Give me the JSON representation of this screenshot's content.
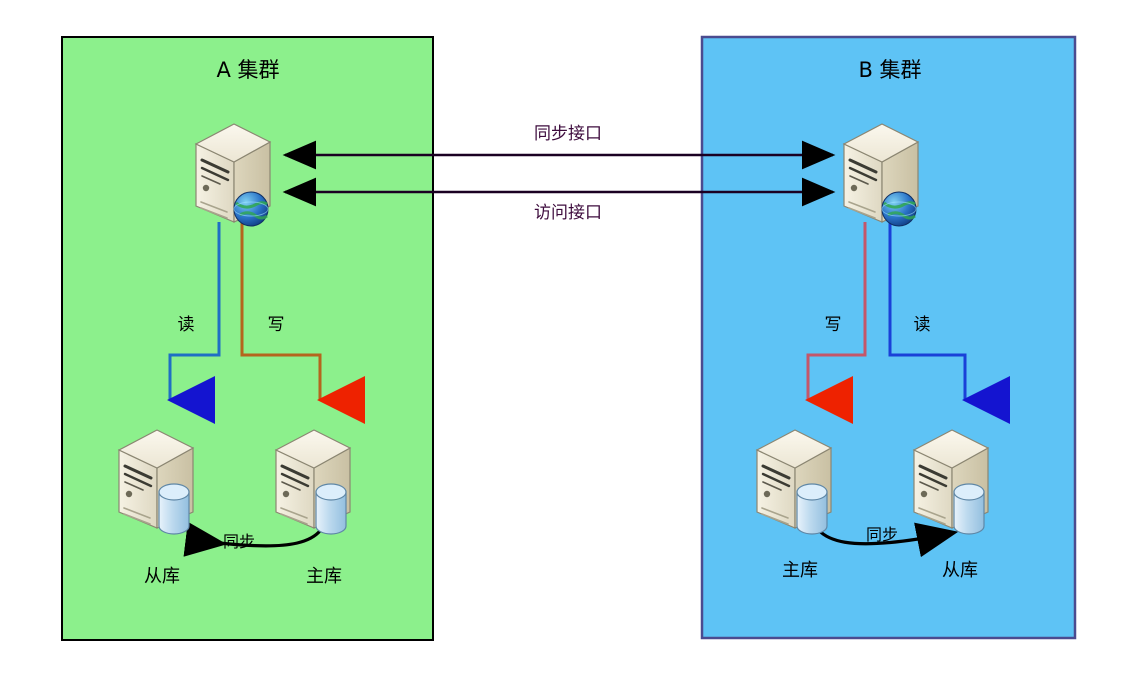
{
  "diagram": {
    "title_a": "A 集群",
    "title_b": "B 集群",
    "clusters": [
      {
        "id": "a",
        "title": "A 集群",
        "fill": "#8cf08c",
        "stroke": "#000000"
      },
      {
        "id": "b",
        "title": "B 集群",
        "fill": "#5ec3f5",
        "stroke": "#4b4b8f"
      }
    ],
    "interfaces": [
      {
        "label": "同步接口",
        "color": "#3d0b3d"
      },
      {
        "label": "访问接口",
        "color": "#3d0b3d"
      }
    ],
    "cluster_a": {
      "read_label": "读",
      "write_label": "写",
      "read_color": "#1f6fc4",
      "write_color": "#b5651d",
      "write_arrow_color": "#ee2200",
      "read_arrow_color": "#1414d0",
      "db_left_label": "从库",
      "db_right_label": "主库",
      "sync_label": "同步"
    },
    "cluster_b": {
      "read_label": "读",
      "write_label": "写",
      "read_color": "#1a40d8",
      "write_color": "#c4566a",
      "write_arrow_color": "#ee2200",
      "read_arrow_color": "#1414d0",
      "db_left_label": "主库",
      "db_right_label": "从库",
      "sync_label": "同步"
    },
    "icons": {
      "app_server": "server-globe-icon",
      "db_server": "server-database-icon"
    }
  }
}
